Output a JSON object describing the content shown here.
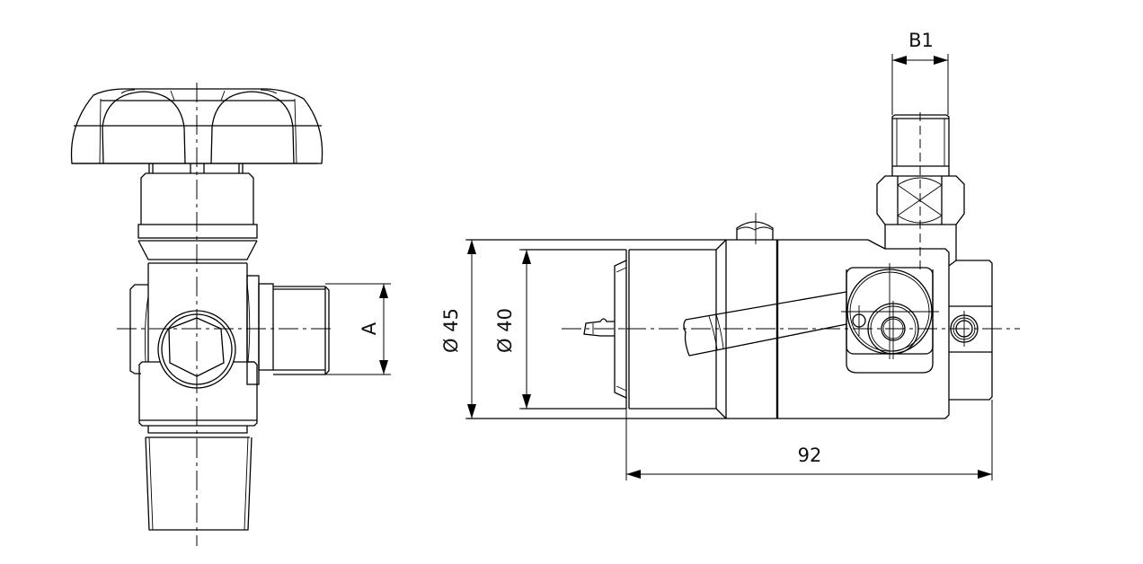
{
  "drawing": {
    "type": "technical-drawing",
    "subject": "valve",
    "views": [
      {
        "name": "front-view",
        "description": "valve with handwheel, side outlet and tapered inlet thread"
      },
      {
        "name": "side-view",
        "description": "valve body with handwheel spindle, lever and outlet connection"
      }
    ]
  },
  "dimensions": {
    "outlet_thread": {
      "label": "A",
      "orientation": "vertical"
    },
    "outer_diameter": {
      "label": "Ø 45",
      "orientation": "vertical"
    },
    "inner_diameter": {
      "label": "Ø 40",
      "orientation": "vertical"
    },
    "outlet_width": {
      "label": "B1",
      "orientation": "horizontal"
    },
    "overall_length": {
      "label": "92",
      "orientation": "horizontal"
    }
  },
  "colors": {
    "line": "#000000",
    "text": "#111111",
    "background": "#ffffff"
  }
}
